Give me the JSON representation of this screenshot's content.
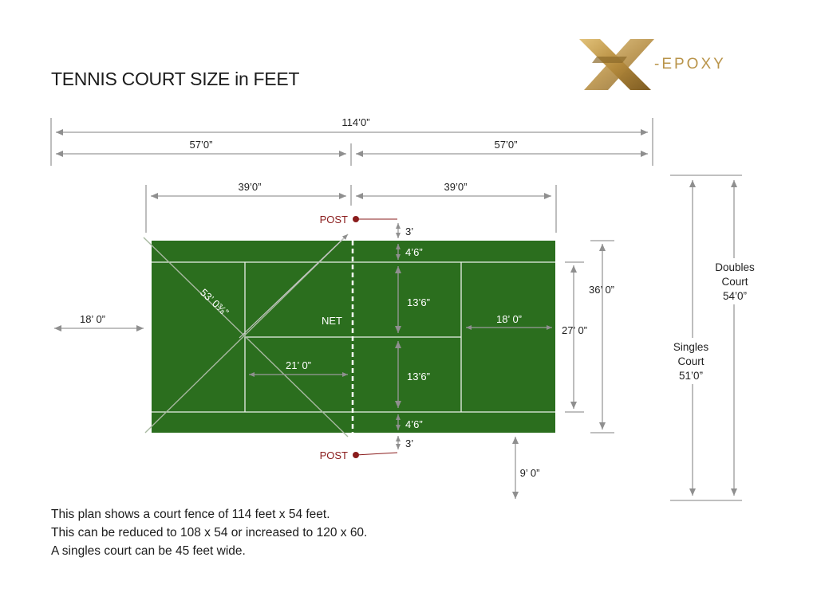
{
  "title": "TENNIS COURT SIZE in FEET",
  "logo": {
    "text": "-EPOXY",
    "colors": {
      "gold": "#b9944a",
      "gold_dark": "#8c6a2a"
    }
  },
  "colors": {
    "court": "#2b6e1e",
    "line": "#ffffff",
    "dim_line": "#9a9a9a",
    "post": "#8a1c1c"
  },
  "dimensions": {
    "total_length": "114’0”",
    "half_length_left": "57’0”",
    "half_length_right": "57’0”",
    "court_half_left": "39’0”",
    "court_half_right": "39’0”",
    "runoff_end": "18’ 0”",
    "diagonal": "53’ 0⅜”",
    "service_line_width": "21’ 0”",
    "service_box_depth": "18’ 0”",
    "post_offset_top": "3’",
    "post_offset_bottom": "3’",
    "alley_top": "4’6”",
    "alley_bottom": "4’6”",
    "service_box_width_top": "13’6”",
    "service_box_width_bottom": "13’6”",
    "doubles_width": "36’ 0”",
    "singles_width": "27’ 0”",
    "side_runoff": "9’ 0”"
  },
  "labels": {
    "post_top": "POST",
    "post_bottom": "POST",
    "net": "NET",
    "doubles_court": [
      "Doubles",
      "Court",
      "54’0”"
    ],
    "singles_court": [
      "Singles",
      "Court",
      "51’0”"
    ]
  },
  "notes": [
    "This plan shows a court fence of 114  feet x 54 feet.",
    "This can be reduced to 108 x 54 or increased to 120 x 60.",
    "A singles court can be 45 feet wide."
  ]
}
